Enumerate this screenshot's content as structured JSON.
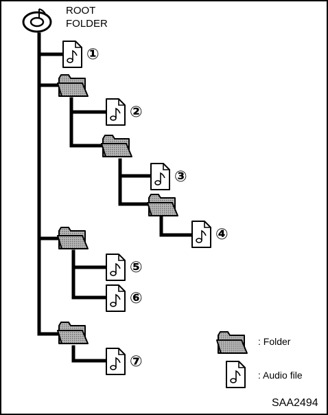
{
  "root": {
    "line1": "ROOT",
    "line2": "FOLDER",
    "icon": "cd-disc-icon"
  },
  "tree": {
    "nodes": [
      {
        "type": "file",
        "number": "①",
        "depth": 1
      },
      {
        "type": "folder",
        "depth": 1
      },
      {
        "type": "file",
        "number": "②",
        "depth": 2
      },
      {
        "type": "folder",
        "depth": 2
      },
      {
        "type": "file",
        "number": "③",
        "depth": 3
      },
      {
        "type": "folder",
        "depth": 3
      },
      {
        "type": "file",
        "number": "④",
        "depth": 4
      },
      {
        "type": "folder",
        "depth": 1
      },
      {
        "type": "file",
        "number": "⑤",
        "depth": 2
      },
      {
        "type": "file",
        "number": "⑥",
        "depth": 2
      },
      {
        "type": "folder",
        "depth": 1
      },
      {
        "type": "file",
        "number": "⑦",
        "depth": 2
      }
    ]
  },
  "legend": {
    "folder_label": ": Folder",
    "audio_label": ": Audio file",
    "folder_icon": "folder-icon",
    "audio_icon": "audio-file-icon"
  },
  "figure_code": "SAA2494",
  "colors": {
    "line": "#000000",
    "folder_fill": "#9a9a9a",
    "background": "#ffffff"
  }
}
